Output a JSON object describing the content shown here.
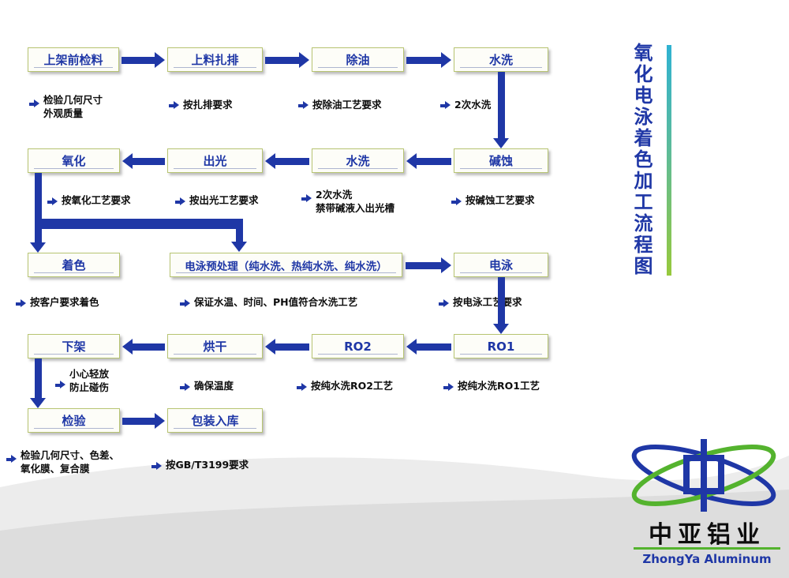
{
  "title": {
    "vertical_text": "氧化电泳着色加工流程图"
  },
  "flow": {
    "row1": {
      "step1": {
        "label": "上架前检料",
        "note": "检验几何尺寸\n外观质量"
      },
      "step2": {
        "label": "上料扎排",
        "note": "按扎排要求"
      },
      "step3": {
        "label": "除油",
        "note": "按除油工艺要求"
      },
      "step4": {
        "label": "水洗",
        "note": "2次水洗"
      }
    },
    "row2": {
      "step1": {
        "label": "氧化",
        "note": "按氧化工艺要求"
      },
      "step2": {
        "label": "出光",
        "note": "按出光工艺要求"
      },
      "step3": {
        "label": "水洗",
        "note": "2次水洗\n禁带碱液入出光槽"
      },
      "step4": {
        "label": "碱蚀",
        "note": "按碱蚀工艺要求"
      }
    },
    "row3": {
      "step1": {
        "label": "着色",
        "note": "按客户要求着色"
      },
      "step2": {
        "label": "电泳预处理（纯水洗、热纯水洗、纯水洗）",
        "note": "保证水温、时间、PH值符合水洗工艺"
      },
      "step3": {
        "label": "电泳",
        "note": "按电泳工艺要求"
      }
    },
    "row4": {
      "step1": {
        "label": "下架",
        "note": "小心轻放\n防止碰伤"
      },
      "step2": {
        "label": "烘干",
        "note": "确保温度"
      },
      "step3": {
        "label": "RO2",
        "note": "按纯水洗RO2工艺"
      },
      "step4": {
        "label": "RO1",
        "note": "按纯水洗RO1工艺"
      }
    },
    "row5": {
      "step1": {
        "label": "检验",
        "note": "检验几何尺寸、色差、\n氧化膜、复合膜"
      },
      "step2": {
        "label": "包装入库",
        "note": "按GB/T3199要求"
      }
    }
  },
  "logo": {
    "company_cn": "中亚铝业",
    "company_en": "ZhongYa Aluminum"
  },
  "colors": {
    "flow_blue": "#1f37a6",
    "box_border": "#b7c472",
    "accent_bar_top": "#2fb2d2",
    "accent_bar_bottom": "#97c93c",
    "logo_green": "#54b32e"
  }
}
